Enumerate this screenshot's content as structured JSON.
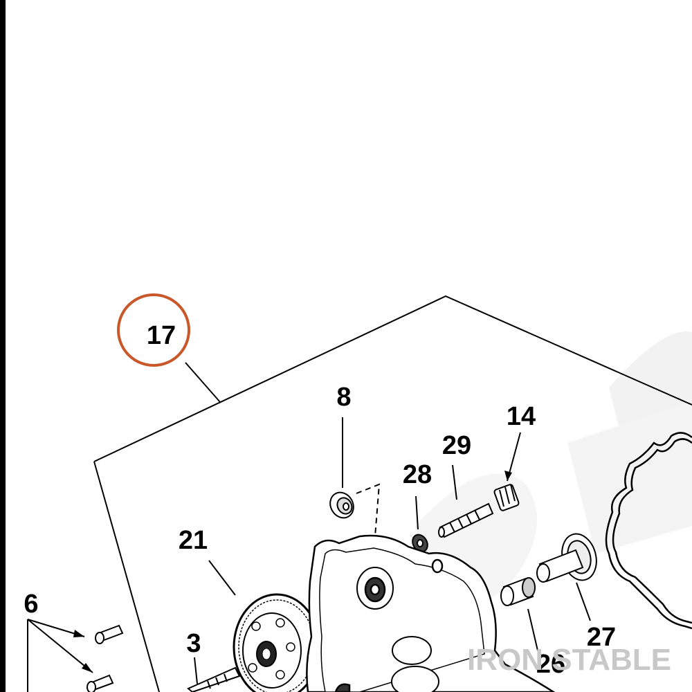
{
  "diagram": {
    "callouts": {
      "c17": "17",
      "c8": "8",
      "c14": "14",
      "c29": "29",
      "c28": "28",
      "c21": "21",
      "c6": "6",
      "c3": "3",
      "c27": "27",
      "c26": "26"
    },
    "highlight_color": "#c8572a",
    "watermark": "IRON STABLE"
  }
}
